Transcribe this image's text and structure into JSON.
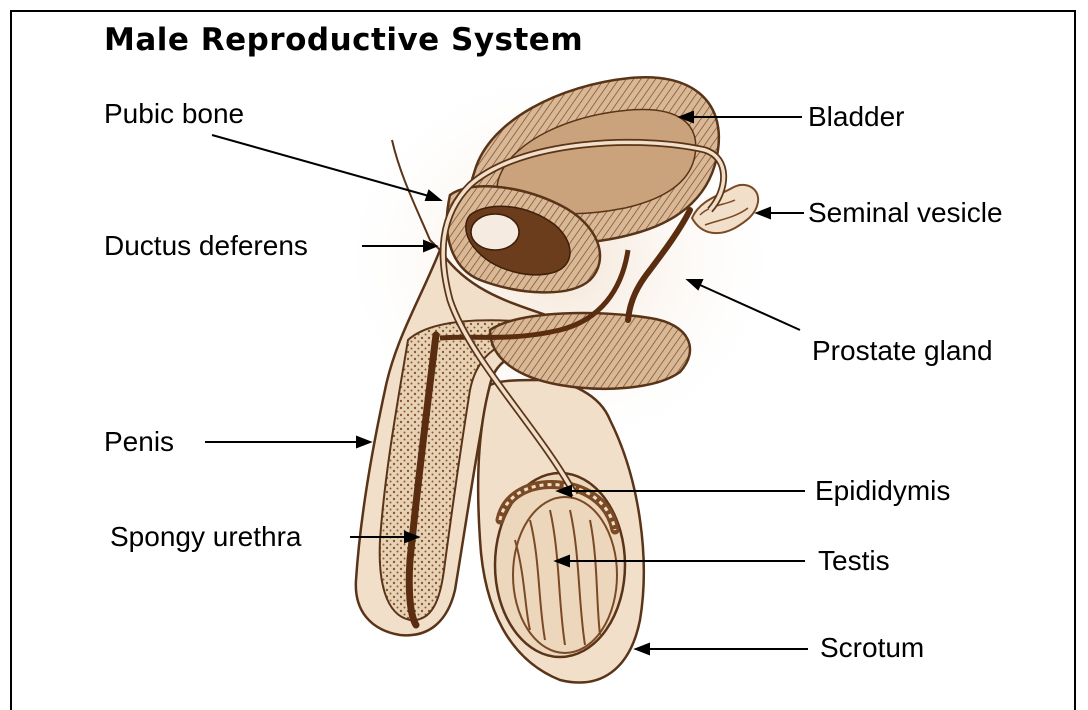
{
  "title": "Male Reproductive System",
  "labels": {
    "pubic_bone": "Pubic bone",
    "ductus_deferens": "Ductus deferens",
    "penis": "Penis",
    "spongy_urethra": "Spongy urethra",
    "bladder": "Bladder",
    "seminal_vesicle": "Seminal vesicle",
    "prostate_gland": "Prostate gland",
    "epididymis": "Epididymis",
    "testis": "Testis",
    "scrotum": "Scrotum"
  },
  "colors": {
    "outline": "#5a3418",
    "tissue": "#f1dfca",
    "tissue_dark": "#d9bc9b",
    "cavity": "#6b3d1c",
    "glow": "#f6ebe0"
  }
}
